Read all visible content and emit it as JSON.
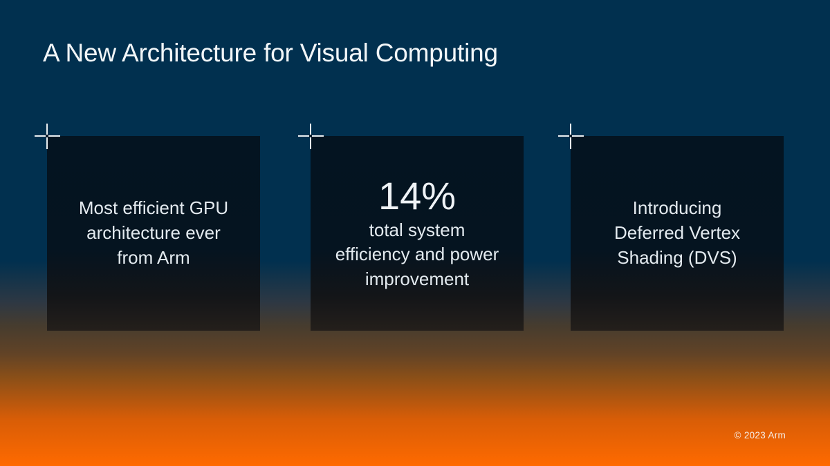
{
  "slide": {
    "title": "A New Architecture for Visual Computing",
    "copyright": "© 2023 Arm",
    "cards": [
      {
        "name": "most-efficient-gpu",
        "text": "Most efficient GPU\narchitecture ever\nfrom Arm"
      },
      {
        "name": "system-efficiency-stat",
        "stat": "14%",
        "text": "total system\nefficiency and power\nimprovement"
      },
      {
        "name": "deferred-vertex-shading",
        "text": "Introducing\nDeferred Vertex\nShading (DVS)"
      }
    ],
    "icons": {
      "crosshair": "crosshair-registration-mark"
    },
    "colors": {
      "background_navy": "#01304F",
      "background_orange": "#FF6A00",
      "card_background_top": "#041421",
      "card_background_bottom": "#241F1B",
      "text": "#E3EAEF"
    }
  }
}
